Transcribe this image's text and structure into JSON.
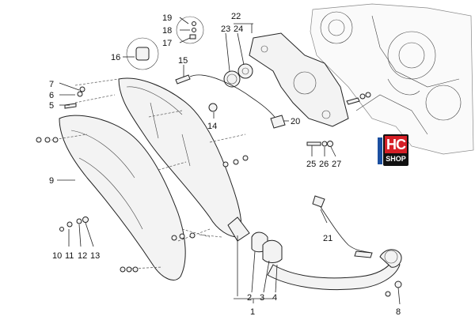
{
  "diagram": {
    "callouts": {
      "c1": "1",
      "c2": "2",
      "c3": "3",
      "c4": "4",
      "c5": "5",
      "c6": "6",
      "c7": "7",
      "c8": "8",
      "c9": "9",
      "c10": "10",
      "c11": "11",
      "c12": "12",
      "c13": "13",
      "c14": "14",
      "c15": "15",
      "c16": "16",
      "c17": "17",
      "c18": "18",
      "c19": "19",
      "c20": "20",
      "c21": "21",
      "c22": "22",
      "c23": "23",
      "c24": "24",
      "c25": "25",
      "c26": "26",
      "c27": "27"
    },
    "logo": {
      "hc": "HC",
      "shop": "SHOP",
      "colors": {
        "red": "#d61f26",
        "dark": "#111111",
        "blue": "#1b4fa0"
      }
    }
  }
}
